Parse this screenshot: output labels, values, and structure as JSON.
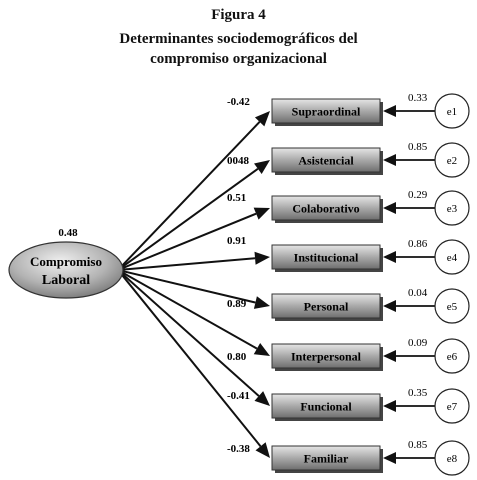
{
  "figure": {
    "label": "Figura 4",
    "title_line1": "Determinantes sociodemográficos del",
    "title_line2": "compromiso organizacional"
  },
  "central": {
    "line1": "Compromiso",
    "line2": "Laboral",
    "value": "0.48"
  },
  "nodes": [
    {
      "label": "Supraordinal",
      "path_coef": "-0.42",
      "loading": "0.33",
      "error": "e1"
    },
    {
      "label": "Asistencial",
      "path_coef": "0048",
      "loading": "0.85",
      "error": "e2"
    },
    {
      "label": "Colaborativo",
      "path_coef": "0.51",
      "loading": "0.29",
      "error": "e3"
    },
    {
      "label": "Institucional",
      "path_coef": "0.91",
      "loading": "0.86",
      "error": "e4"
    },
    {
      "label": "Personal",
      "path_coef": "0.89",
      "loading": "0.04",
      "error": "e5"
    },
    {
      "label": "Interpersonal",
      "path_coef": "0.80",
      "loading": "0.09",
      "error": "e6"
    },
    {
      "label": "Funcional",
      "path_coef": "-0.41",
      "loading": "0.35",
      "error": "e7"
    },
    {
      "label": "Familiar",
      "path_coef": "-0.38",
      "loading": "0.85",
      "error": "e8"
    }
  ]
}
